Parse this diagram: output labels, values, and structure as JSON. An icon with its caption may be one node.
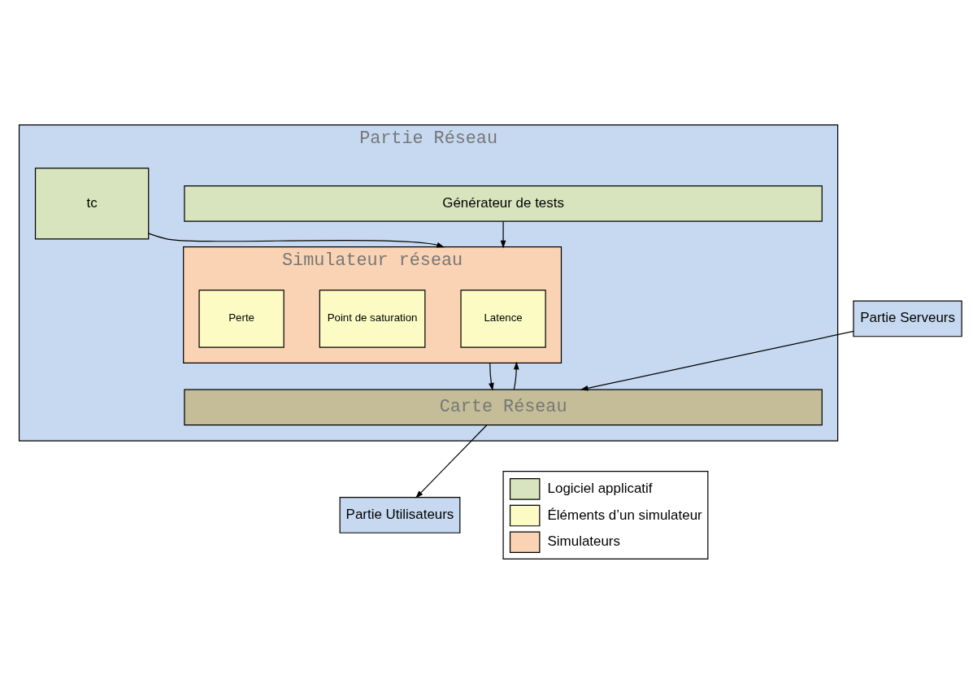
{
  "diagram": {
    "nodes": [
      {
        "text": [
          "Partie Réseau"
        ]
      },
      {
        "text": [
          "Générateur de tests"
        ],
        "in": 0
      },
      {
        "text": [
          "Simulateur réseau"
        ],
        "in": 0
      },
      {
        "text": [
          "Latence"
        ],
        "in": 2
      },
      {
        "text": [
          "Point de saturation"
        ],
        "in": 2
      },
      {
        "text": [
          "Perte"
        ],
        "in": 2
      },
      {
        "text": [
          "tc"
        ],
        "in": 0
      },
      {
        "text": [
          "Carte Réseau"
        ],
        "in": 0
      },
      {
        "text": [
          "Partie Utilisateurs"
        ]
      },
      {
        "text": [
          "Partie Serveurs"
        ]
      }
    ],
    "edges": [
      {
        "from": 1,
        "to": 2,
        "arrow": "to"
      },
      {
        "from": 6,
        "to": 2,
        "arrow": "to"
      },
      {
        "from": 2,
        "to": 7,
        "arrow": "to"
      },
      {
        "from": 7,
        "to": 2,
        "arrow": "to"
      },
      {
        "from": 7,
        "to": 8,
        "arrow": "to"
      },
      {
        "from": 9,
        "to": 7,
        "arrow": "to"
      }
    ],
    "legend": [
      {
        "text": "Logiciel applicatif",
        "color": "#d7e4bd"
      },
      {
        "text": "Éléments d’un simulateur",
        "color": "#fbfbc3"
      },
      {
        "text": "Simulateurs",
        "color": "#fad3b4"
      }
    ]
  }
}
